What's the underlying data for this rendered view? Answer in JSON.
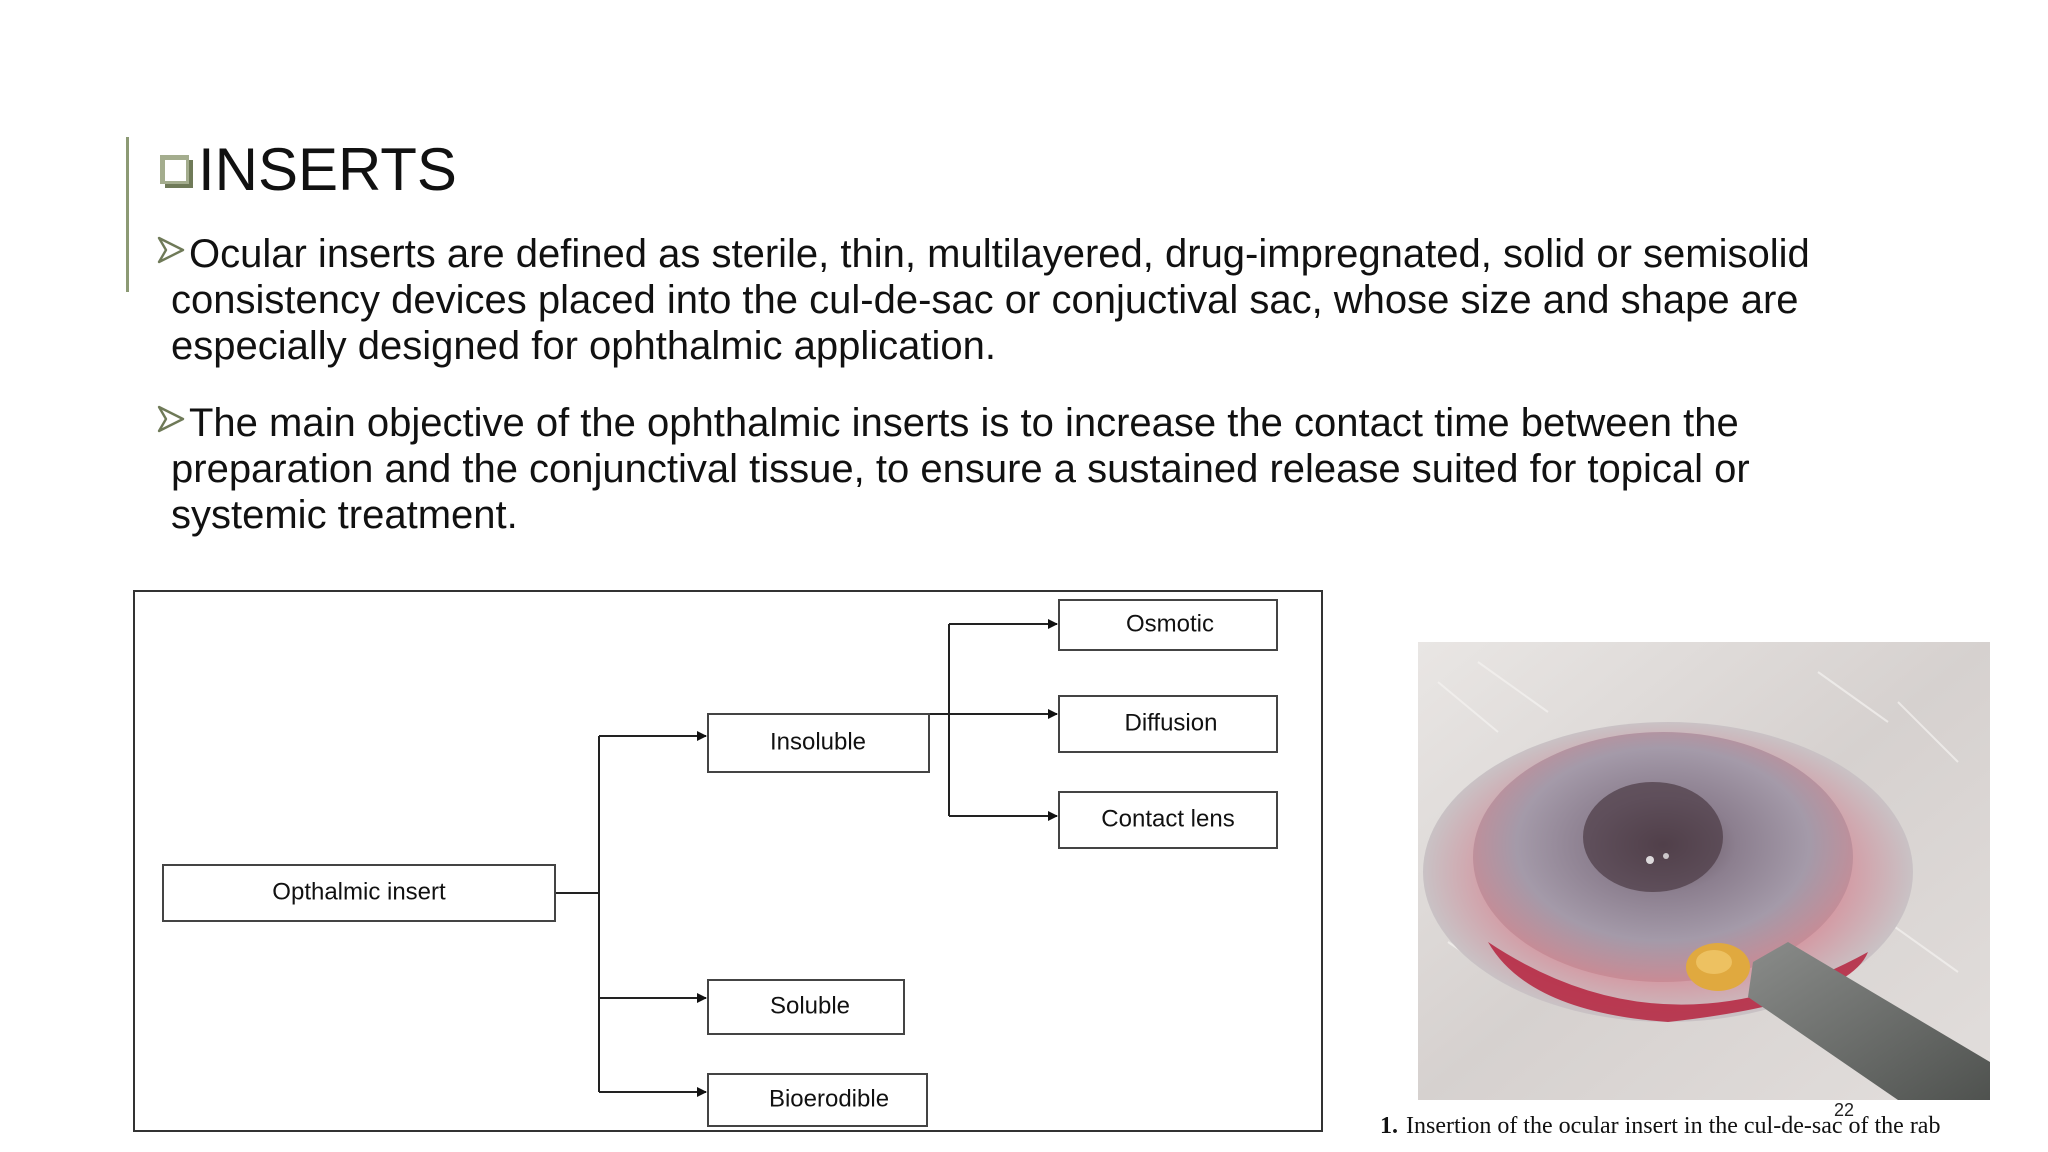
{
  "slide": {
    "title": "INSERTS",
    "bullets": [
      {
        "first_line": "Ocular inserts are defined as sterile, thin, multilayered, drug-impregnated, solid or semisolid",
        "rest_lines": [
          "consistency devices placed into the cul-de-sac or conjuctival sac, whose size and shape are",
          "especially designed for ophthalmic application."
        ]
      },
      {
        "first_line": "The main objective of the ophthalmic inserts is to increase the contact time between the",
        "rest_lines": [
          "preparation and the conjunctival tissue, to ensure a sustained release suited for topical or",
          "systemic treatment."
        ]
      }
    ],
    "page_number": "22",
    "accent_color": "#8c9a74"
  },
  "diagram": {
    "root": "Opthalmic insert",
    "insoluble": "Insoluble",
    "osmotic": "Osmotic",
    "diffusion": "Diffusion",
    "contact_lens": "Contact lens",
    "soluble": "Soluble",
    "bioerodible": "Bioerodible"
  },
  "figure": {
    "caption_number": "1.",
    "caption_text": "Insertion of the ocular insert in the cul-de-sac of the rab"
  }
}
